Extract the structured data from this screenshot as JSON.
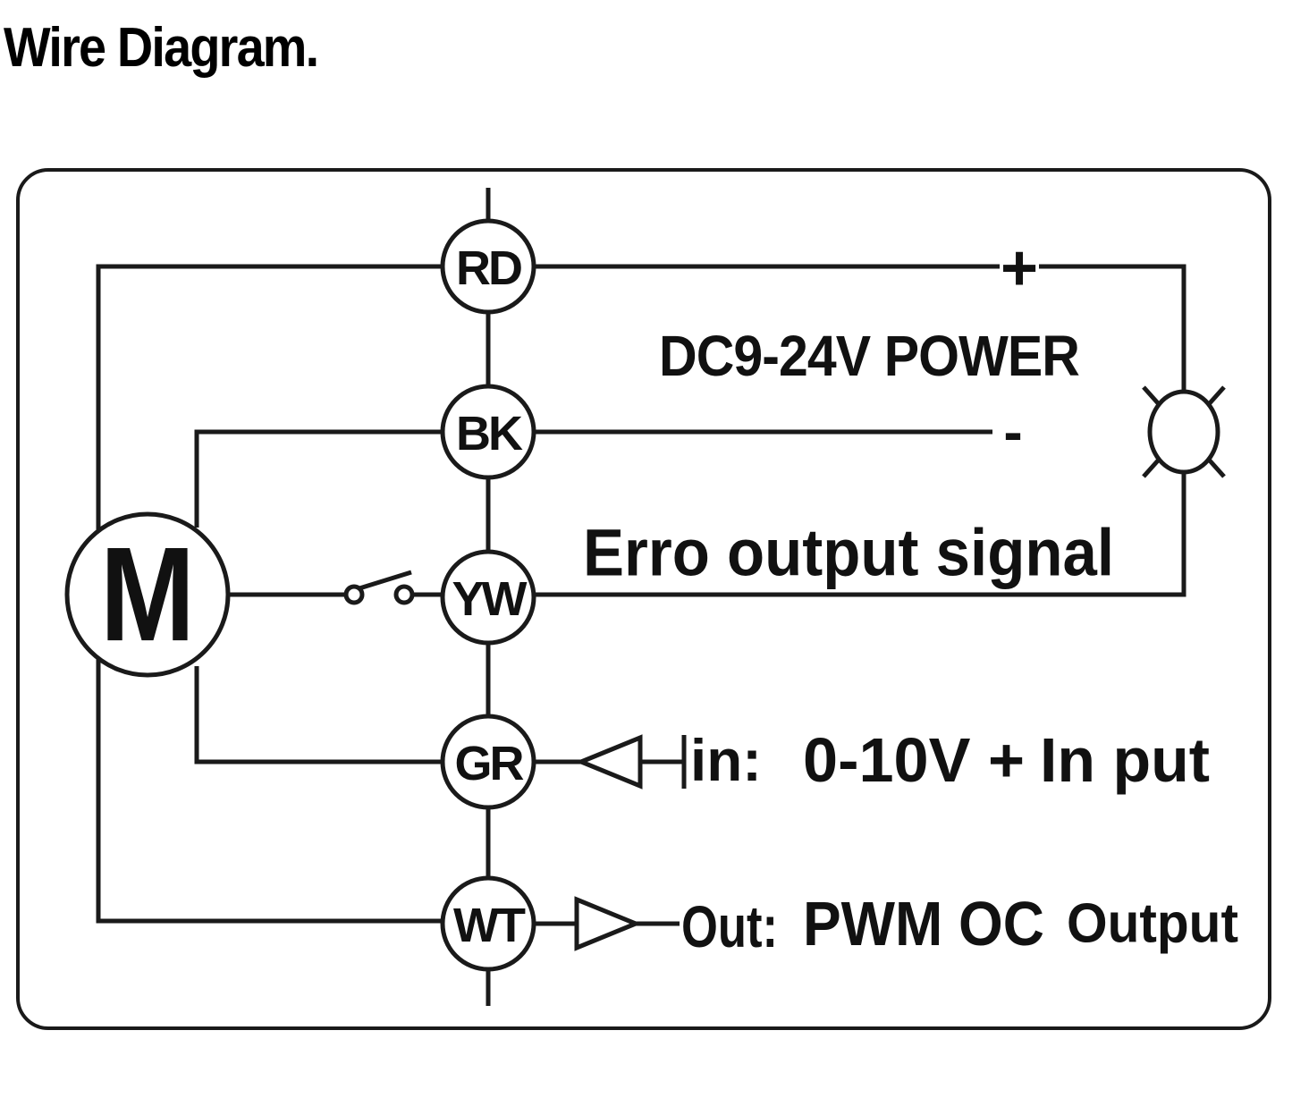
{
  "title": "Wire Diagram.",
  "motor": {
    "label": "M"
  },
  "nodes": [
    {
      "id": "rd",
      "label": "RD"
    },
    {
      "id": "bk",
      "label": "BK"
    },
    {
      "id": "yw",
      "label": "YW"
    },
    {
      "id": "gr",
      "label": "GR"
    },
    {
      "id": "wt",
      "label": "WT"
    }
  ],
  "power": {
    "plus": "+",
    "minus": "-",
    "label": "DC9-24V POWER"
  },
  "error_signal": {
    "label": "Erro output signal"
  },
  "input_line": {
    "prefix": "in:",
    "range": "0-10V +",
    "highlight": "In put",
    "highlight_color": "#ee1c1c"
  },
  "output_line": {
    "prefix": "Out:",
    "type": "PWM OC",
    "highlight": "Output",
    "highlight_color": "#1fae1f"
  },
  "icons": {
    "lamp": "lamp-icon",
    "switch": "switch-icon",
    "input_arrow": "input-arrow-icon",
    "output_arrow": "output-arrow-icon"
  }
}
